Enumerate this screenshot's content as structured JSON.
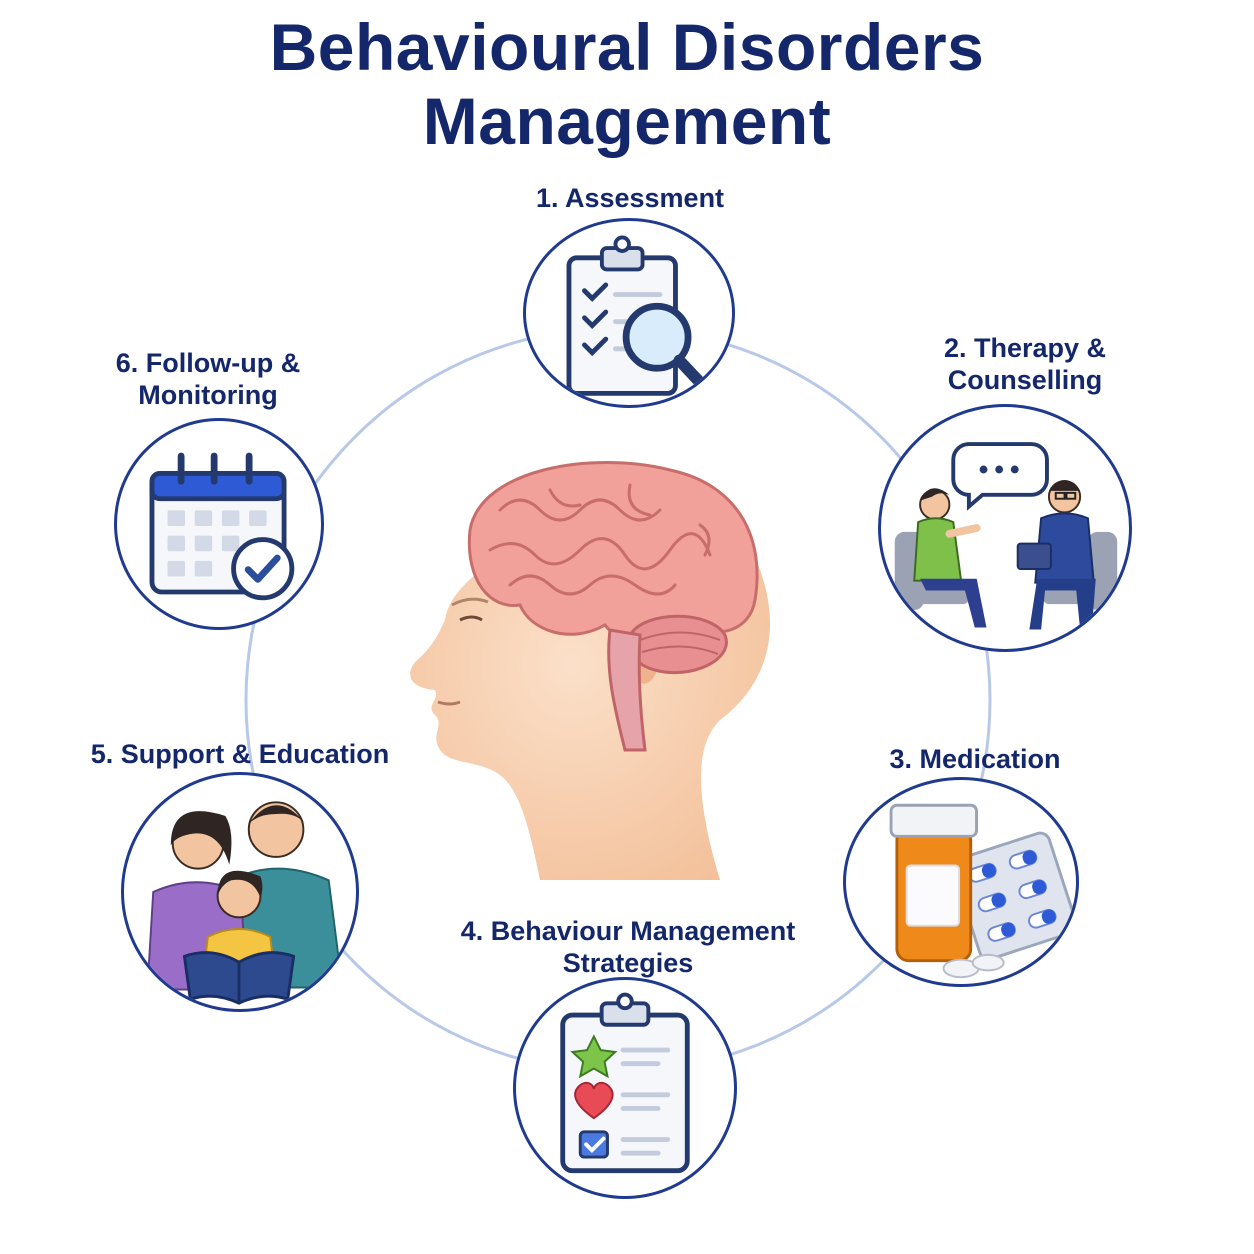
{
  "title": {
    "line1": "Behavioural Disorders",
    "line2": "Management"
  },
  "colors": {
    "title": "#14276b",
    "ring": "#b8c9e8",
    "node_border": "#1f3a8f",
    "check": "#2a4d9c",
    "brain": "#f2a09a",
    "skin": "#f6c8a6"
  },
  "steps": [
    {
      "id": "assessment",
      "label_lines": [
        "1. Assessment"
      ],
      "icon": "clipboard-magnifier-icon"
    },
    {
      "id": "therapy",
      "label_lines": [
        "2. Therapy &",
        "Counselling"
      ],
      "icon": "counselling-session-icon"
    },
    {
      "id": "medication",
      "label_lines": [
        "3. Medication"
      ],
      "icon": "pill-bottle-icon"
    },
    {
      "id": "behaviour",
      "label_lines": [
        "4. Behaviour Management",
        "Strategies"
      ],
      "icon": "strategy-checklist-icon"
    },
    {
      "id": "support",
      "label_lines": [
        "5. Support & Education"
      ],
      "icon": "family-reading-icon"
    },
    {
      "id": "followup",
      "label_lines": [
        "6. Follow-up &",
        "Monitoring"
      ],
      "icon": "calendar-check-icon"
    }
  ]
}
